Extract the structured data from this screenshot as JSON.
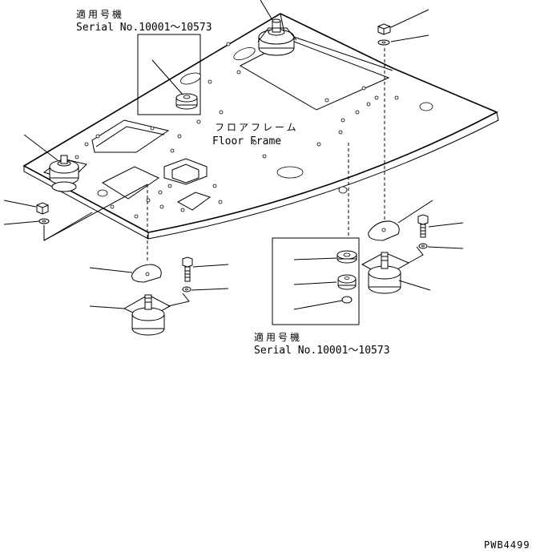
{
  "top_serial": {
    "jp": "適用号機",
    "en": "Serial No.10001～10573"
  },
  "bottom_serial": {
    "jp": "適用号機",
    "en": "Serial No.10001～10573"
  },
  "floor_frame": {
    "jp": "フロアフレーム",
    "en": "Floor Frame"
  },
  "drawing_code": "PWB4499"
}
